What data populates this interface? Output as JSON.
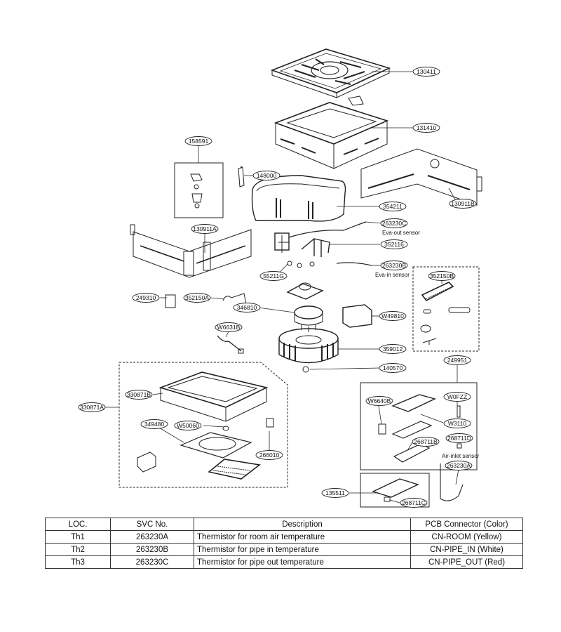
{
  "parts": {
    "p130411": "130411",
    "p131410": "131410",
    "p158591": "158591",
    "p148000": "148000",
    "p354211": "354211",
    "p130911B": "130911B",
    "p130911A": "130911A",
    "p263230C": "263230C",
    "p352116": "352116",
    "p55211G": "55211G",
    "p263230B": "263230B",
    "p352150B": "352150B",
    "p249310": "249310",
    "p352150A": "352150A",
    "p346810": "346810",
    "pW49810": "W49810",
    "pW6631B": "W6631B",
    "p359012": "359012",
    "p140570": "140570",
    "p249951": "249951",
    "p330871B": "330871B",
    "p330871A": "330871A",
    "p349480": "349480",
    "pW50060": "W50060",
    "p266010": "266010",
    "pW6640B": "W6640B",
    "pW0FZZ": "W0FZZ",
    "pW3110": "W3110",
    "p268711D": "268711D",
    "p268711B": "268711B",
    "p263230A": "263230A",
    "p135511": "135511",
    "p268711C": "268711C"
  },
  "notes": {
    "eva_out": "Eva-out sensor",
    "eva_in": "Eva-in sensor",
    "air_inlet": "Air-inlet sensor"
  },
  "table": {
    "headers": [
      "LOC.",
      "SVC No.",
      "Description",
      "PCB Connector (Color)"
    ],
    "rows": [
      [
        "Th1",
        "263230A",
        "Thermistor for room air temperature",
        "CN-ROOM (Yellow)"
      ],
      [
        "Th2",
        "263230B",
        "Thermistor for pipe in temperature",
        "CN-PIPE_IN (White)"
      ],
      [
        "Th3",
        "263230C",
        "Thermistor for pipe out temperature",
        "CN-PIPE_OUT (Red)"
      ]
    ]
  }
}
